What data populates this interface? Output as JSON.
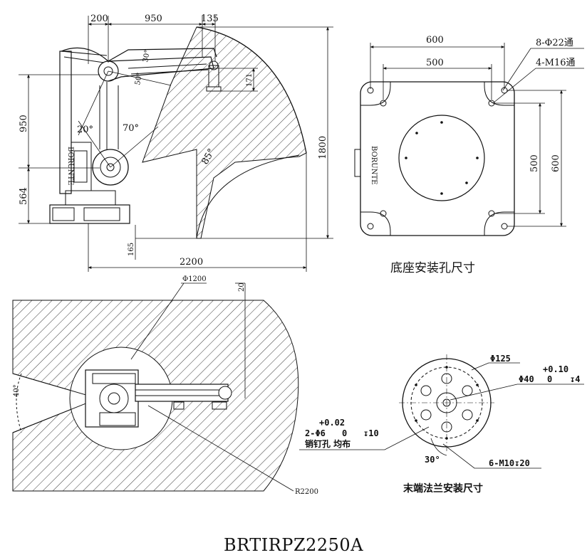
{
  "side_view": {
    "dims": {
      "top_200": "200",
      "top_950": "950",
      "top_135": "135",
      "left_950": "950",
      "left_564": "564",
      "right_171": "171",
      "right_1800": "1800",
      "bottom_165": "165",
      "bottom_2200": "2200"
    },
    "angles": {
      "a20": "20°",
      "a70": "70°",
      "a85": "85°",
      "a30": "30°",
      "a50": "50°"
    },
    "logo_text": "BORUNTE"
  },
  "base_view": {
    "dims": {
      "width_600": "600",
      "width_500": "500",
      "height_500": "500",
      "height_600": "600",
      "holes_through": "8-Φ22通",
      "holes_thread": "4-M16通"
    },
    "caption": "底座安装孔尺寸",
    "logo_text": "BORUNTE"
  },
  "top_view": {
    "dims": {
      "d1200": "Φ1200",
      "r2200": "R2200",
      "d20": "20",
      "angle_40": "40°"
    }
  },
  "flange_view": {
    "dims": {
      "d125": "Φ125",
      "tol_plus": "+0.10",
      "d40": "Φ40",
      "tol_zero": "0",
      "depth_4": "↧4",
      "pin_tol_plus": "+0.02",
      "pin_holes": "2-Φ6",
      "pin_tol_zero": "0",
      "pin_depth": "↧10",
      "pin_note": "销钉孔 均布",
      "angle_30": "30°",
      "screw_holes": "6-M10↧20"
    },
    "caption": "末端法兰安装尺寸"
  },
  "model": "BRTIRPZ2250A"
}
